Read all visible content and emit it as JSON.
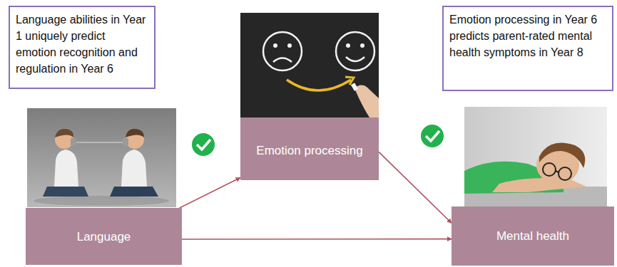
{
  "diagram": {
    "nodes": [
      {
        "text": [
          "Language abilities in Year 1 uniquely predict emotion recognition and regulation in Year 6"
        ]
      },
      {
        "text": [
          "Emotion processing"
        ]
      },
      {
        "text": [
          "Emotion processing in Year 6 predicts parent-rated mental health symptoms in Year 8"
        ]
      },
      {
        "text": [
          "Language"
        ]
      },
      {
        "text": [
          "Mental health"
        ]
      }
    ],
    "edges": [
      {
        "from": 3,
        "to": 1,
        "arrow": "to"
      },
      {
        "from": 1,
        "to": 4,
        "arrow": "to"
      },
      {
        "from": 3,
        "to": 4,
        "arrow": "to"
      }
    ]
  }
}
